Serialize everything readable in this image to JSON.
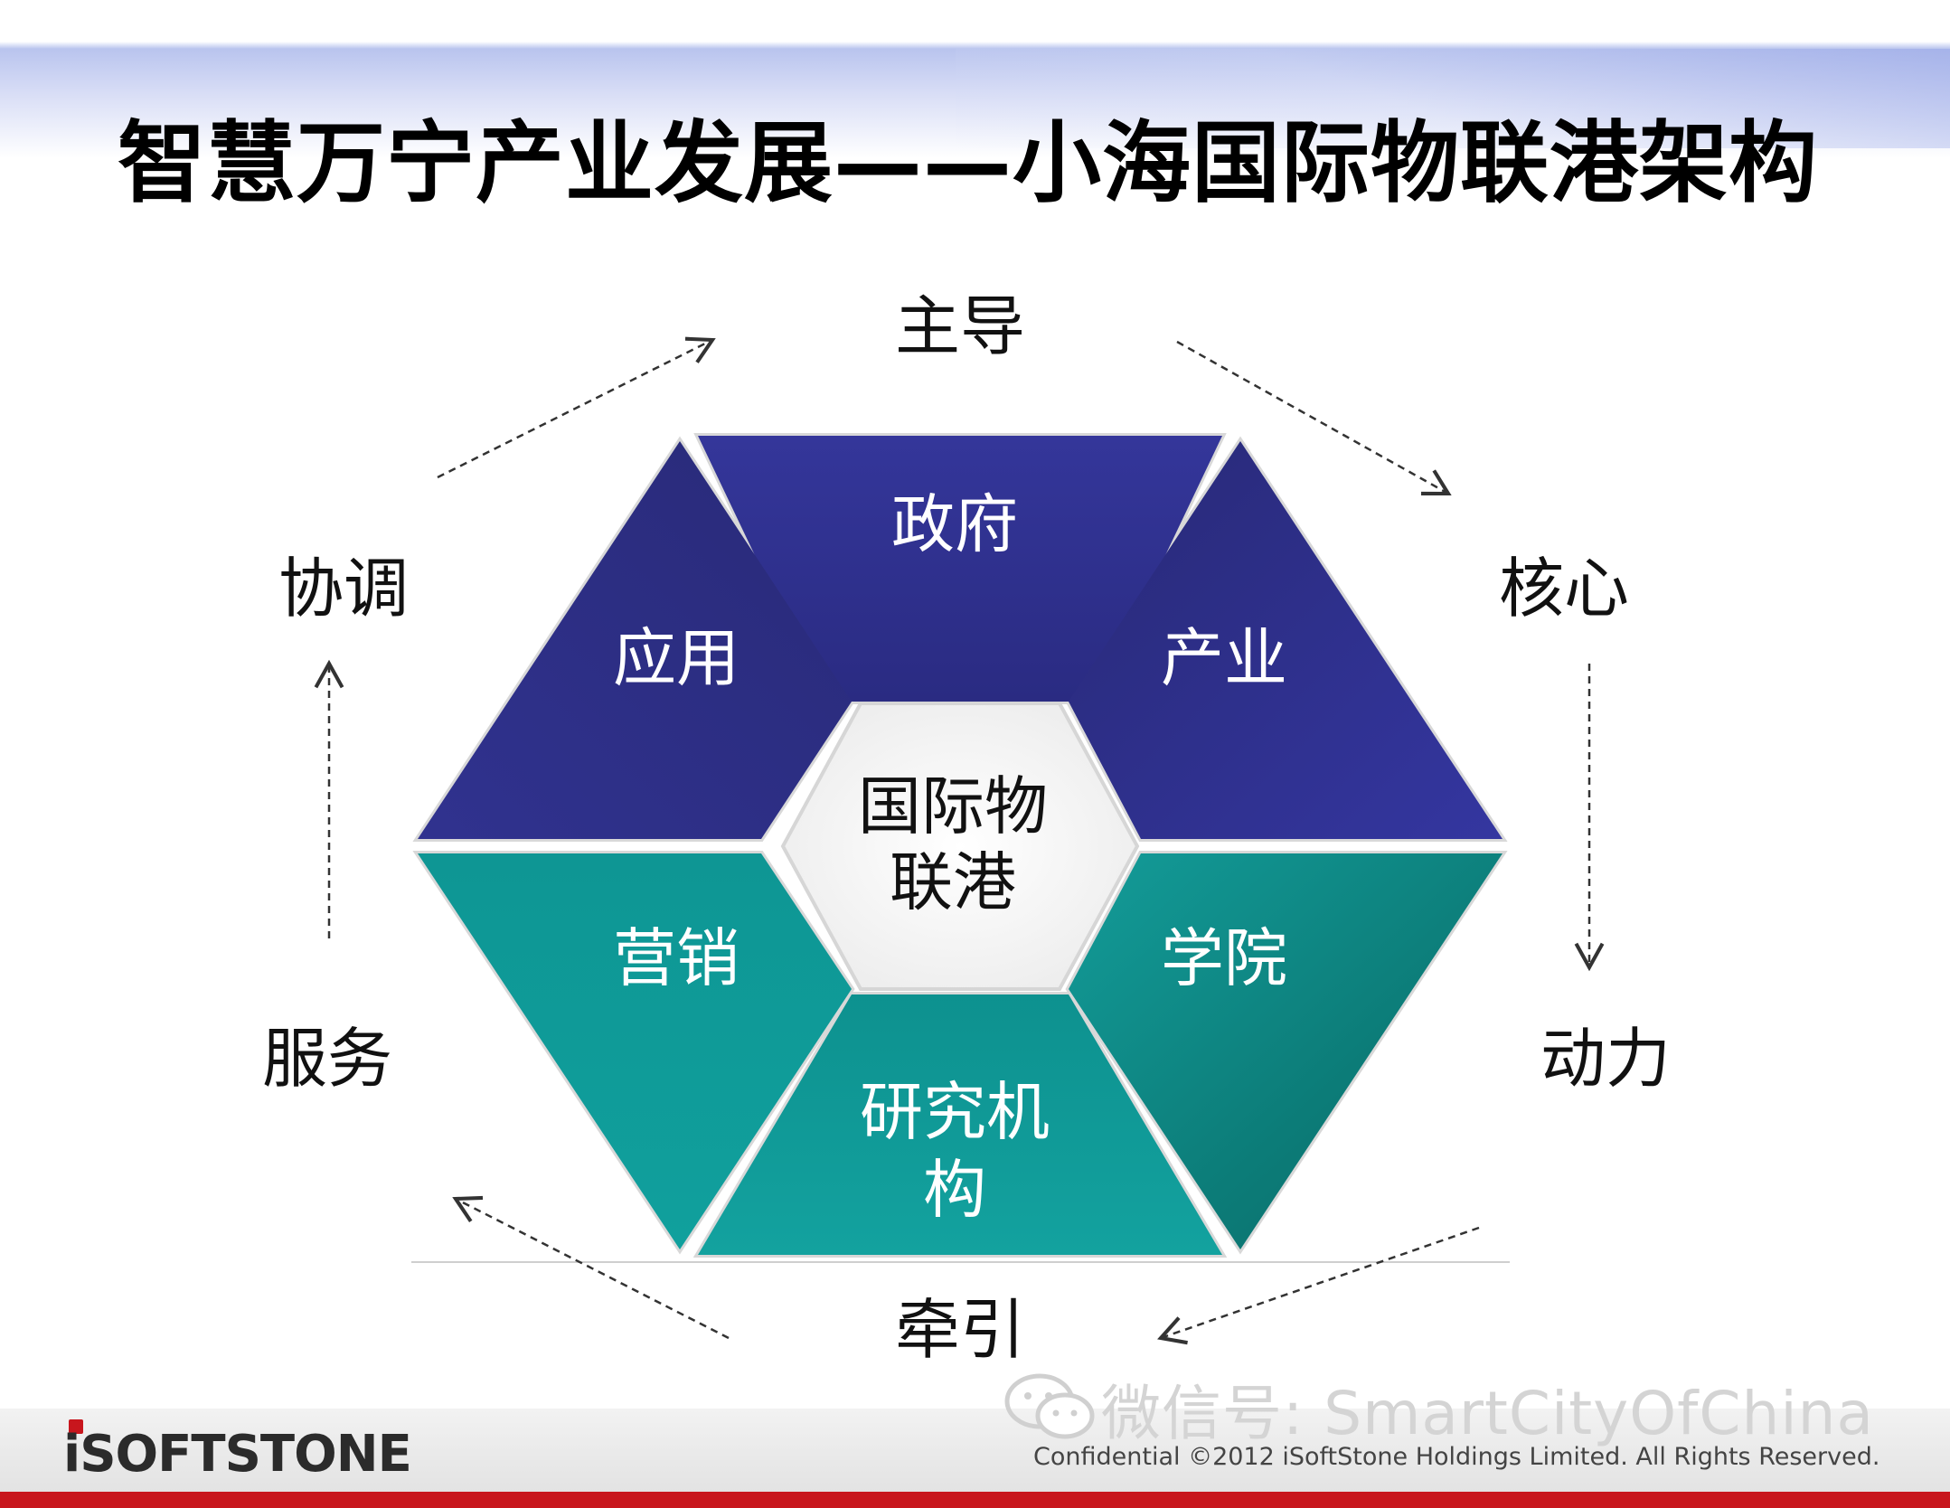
{
  "title": "智慧万宁产业发展——小海国际物联港架构",
  "diagram": {
    "center": [
      "国际物",
      "联港"
    ],
    "segments": {
      "top": "政府",
      "upper_left": "应用",
      "upper_right": "产业",
      "lower_left": "营销",
      "lower_right": "学院",
      "bottom": [
        "研究机",
        "构"
      ]
    },
    "cycle_labels": {
      "top": "主导",
      "right_upper": "核心",
      "right_lower": "动力",
      "bottom": "牵引",
      "left_lower": "服务",
      "left_upper": "协调"
    },
    "colors": {
      "upper_segments": "#2e2f8c",
      "lower_segments": "#0f9a98",
      "center": "#f4f4f4"
    }
  },
  "footer": {
    "logo": "iSOFTSTONE",
    "copyright": "Confidential ©2012 iSoftStone Holdings Limited. All Rights Reserved.",
    "watermark": "微信号: SmartCityOfChina"
  },
  "icons": [
    "wechat-icon",
    "dashed-arrow"
  ]
}
